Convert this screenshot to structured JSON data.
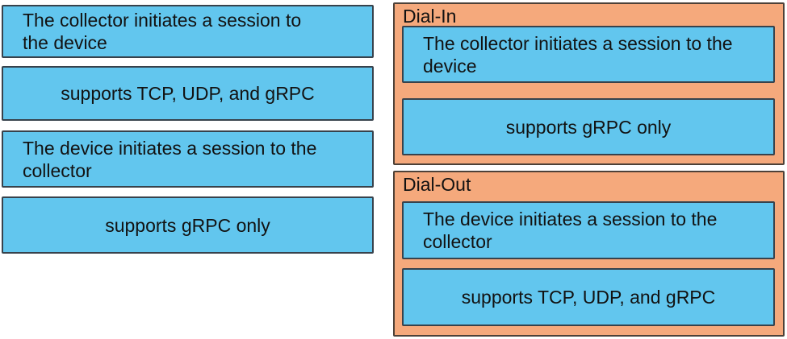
{
  "theme": {
    "blue_fill": "#62c6ee",
    "orange_fill": "#f5a97c",
    "card_border": "#37424c",
    "group_border": "#4d4138",
    "text_color": "#121212",
    "page_bg": "#ffffff"
  },
  "source_items": [
    {
      "label": "The collector initiates a session to the device",
      "align": "left"
    },
    {
      "label": "supports TCP, UDP, and gRPC",
      "align": "center"
    },
    {
      "label": "The device initiates a session to the collector",
      "align": "left"
    },
    {
      "label": "supports gRPC only",
      "align": "center"
    }
  ],
  "targets": [
    {
      "title": "Dial-In",
      "items": [
        {
          "label": "The collector initiates a session to the device",
          "align": "left"
        },
        {
          "label": "supports gRPC only",
          "align": "center"
        }
      ]
    },
    {
      "title": "Dial-Out",
      "items": [
        {
          "label": "The device initiates a session to the collector",
          "align": "left"
        },
        {
          "label": "supports TCP, UDP, and gRPC",
          "align": "center"
        }
      ]
    }
  ]
}
